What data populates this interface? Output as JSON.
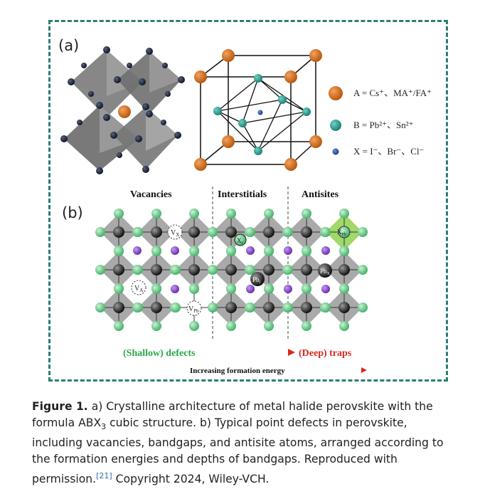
{
  "panels": {
    "a_label": "(a)",
    "b_label": "(b)"
  },
  "legend": {
    "a_site": "A = Cs⁺、MA⁺/FA⁺",
    "b_site": "B = Pb²⁺、Sn²⁺",
    "x_site": "X = I⁻、Br⁻、Cl⁻"
  },
  "defects": {
    "vacancies": "Vacancies",
    "interstitials": "Interstitials",
    "antisites": "Antisites",
    "vx_label": "V",
    "vx_sub": "X",
    "va_label": "V",
    "va_sub": "A",
    "vpb_label": "V",
    "vpb_sub": "Pb",
    "xi_label": "X",
    "xi_sub": "i",
    "pbi_label": "Pb",
    "pbi_sub": "i",
    "pbx_label": "Pb",
    "pbx_sub": "X",
    "xpb_label": "X",
    "xpb_sub": "Pb",
    "shallow": "(Shallow) defects",
    "deep": "(Deep) traps",
    "energy": "Increasing formation energy"
  },
  "caption": {
    "figure_label": "Figure 1.",
    "text_1": " a) Crystalline architecture of metal halide perovskite with the formula ABX",
    "sub_3": "3",
    "text_2": " cubic structure. b) Typical point defects in perovskite, including vacancies, bandgaps, and antisite atoms, arranged according to the formation energies and depths of bandgaps. Reproduced with permission.",
    "ref": "[21]",
    "text_3": " Copyright 2024, Wiley-VCH."
  },
  "colors": {
    "frame": "#2e7d73",
    "a_site": "#d9731a",
    "b_site": "#2fa89a",
    "x_site": "#2a4fa0",
    "octahedron": "#8c8c8c",
    "green_atom": "#7fd39a",
    "purple_atom": "#8a4fc4",
    "dark_atom": "#2a2a2a",
    "shallow": "#2aa84a",
    "deep": "#d8281e"
  }
}
